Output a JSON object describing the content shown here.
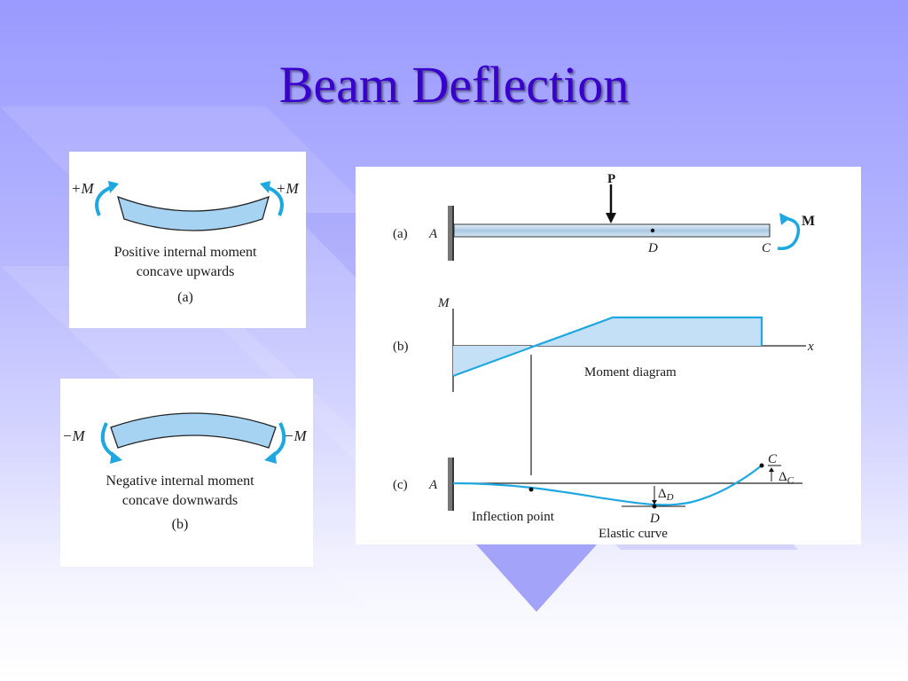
{
  "slide": {
    "title": "Beam Deflection"
  },
  "panel_positive": {
    "left_moment": "+M",
    "right_moment": "+M",
    "caption_line1": "Positive internal moment",
    "caption_line2": "concave upwards",
    "tag": "(a)"
  },
  "panel_negative": {
    "left_moment": "−M",
    "right_moment": "−M",
    "caption_line1": "Negative internal moment",
    "caption_line2": "concave downwards",
    "tag": "(b)"
  },
  "panel_beam": {
    "a": {
      "tag": "(a)",
      "support": "A",
      "load": "P",
      "point_d": "D",
      "point_c": "C",
      "moment": "M"
    },
    "b": {
      "tag": "(b)",
      "axis_y": "M",
      "axis_x": "x",
      "caption": "Moment diagram"
    },
    "c": {
      "tag": "(c)",
      "support": "A",
      "point_c": "C",
      "delta_c": "Δ",
      "delta_c_sub": "C",
      "delta_d": "Δ",
      "delta_d_sub": "D",
      "point_d": "D",
      "inflection": "Inflection point",
      "caption": "Elastic curve"
    }
  },
  "colors": {
    "title": "#3a00cc",
    "accent_cyan": "#1fa8e0",
    "fill_blue": "#a7d3f3"
  }
}
